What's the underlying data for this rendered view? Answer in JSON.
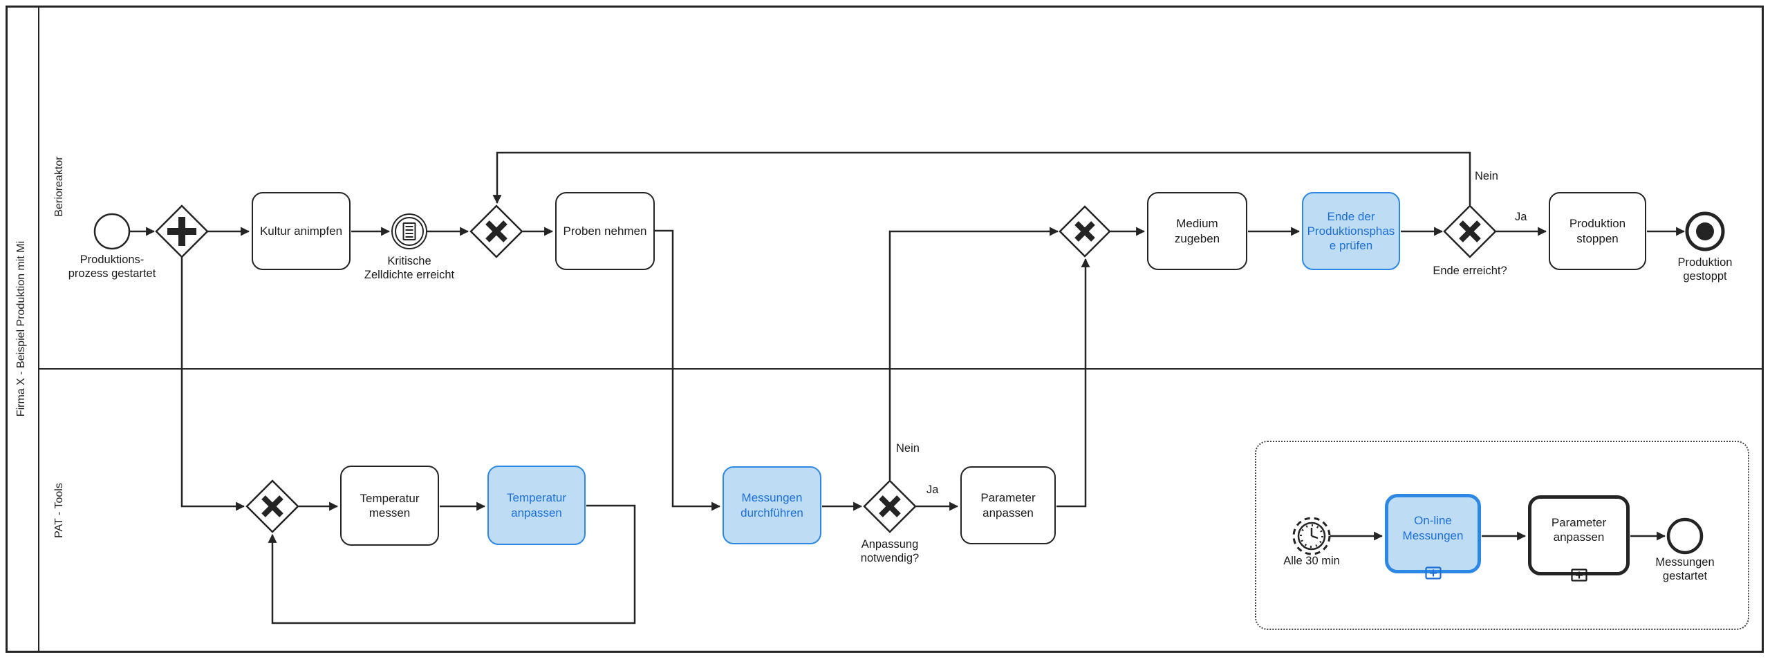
{
  "pool": {
    "label": "Firma X - Beispiel Produktion mit Mi"
  },
  "lanes": {
    "bioreactor": "Berioreaktor",
    "pat_tools": "PAT - Tools"
  },
  "events": {
    "start": "Produktions-\nprozess gestartet",
    "conditional": "Kritische\nZelldichte erreicht",
    "terminate": "Produktion\ngestoppt",
    "timer": "Alle 30 min",
    "measurements_started": "Messungen\ngestartet"
  },
  "tasks": {
    "kultur_animpfen": "Kultur animpfen",
    "proben_nehmen": "Proben nehmen",
    "medium_zugeben": "Medium\nzugeben",
    "ende_pruefen": "Ende der\nProduktionsphas\ne prüfen",
    "produktion_stoppen": "Produktion\nstoppen",
    "temperatur_messen": "Temperatur\nmessen",
    "temperatur_anpassen": "Temperatur\nanpassen",
    "messungen_durchfuehren": "Messungen\ndurchführen",
    "parameter_anpassen": "Parameter\nanpassen",
    "online_messungen": "On-line\nMessungen",
    "parameter_anpassen_sub": "Parameter\nanpassen"
  },
  "gateway_labels": {
    "ende_erreicht": "Ende erreicht?",
    "anpassung_notwendig": "Anpassung\nnotwendig?"
  },
  "edge_labels": {
    "ja_top": "Ja",
    "nein_top": "Nein",
    "ja_mid": "Ja",
    "nein_mid": "Nein"
  },
  "colors": {
    "stroke": "#242424",
    "accent_border": "#2d88e5",
    "accent_fill": "#bedcf4",
    "accent_text": "#1d70d8"
  }
}
